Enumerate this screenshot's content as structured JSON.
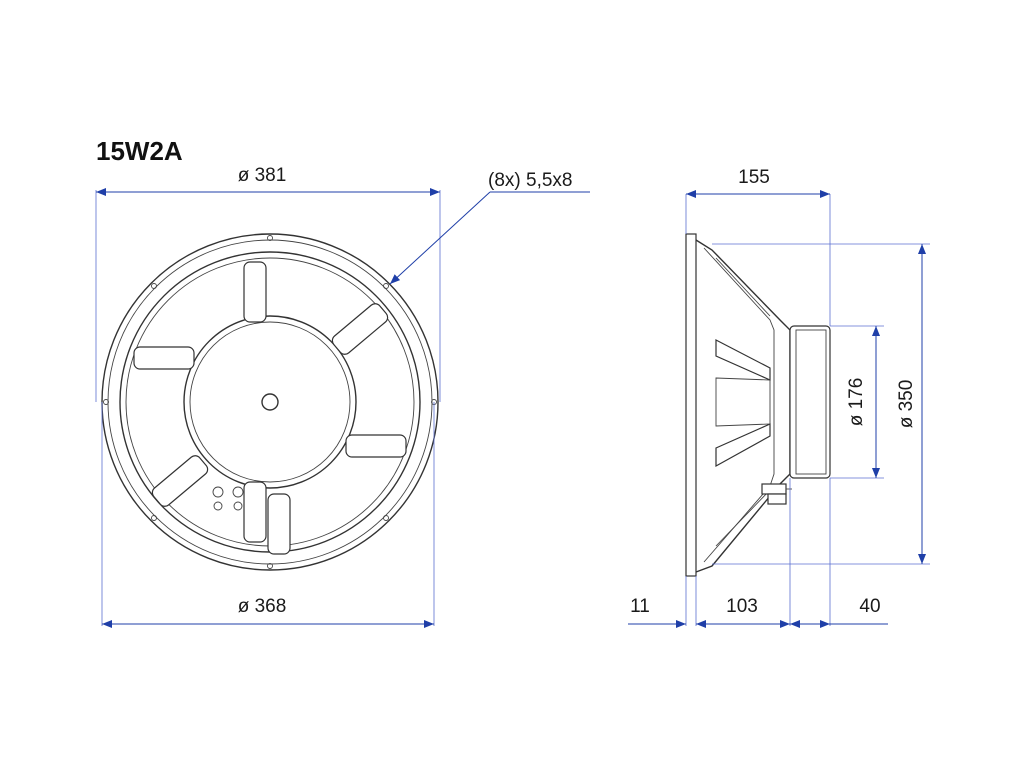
{
  "title": "15W2A",
  "front_view": {
    "dim_outer_diameter": "ø 381",
    "dim_mount_diameter": "ø 368",
    "dim_holes": "(8x) 5,5x8"
  },
  "side_view": {
    "dim_depth_total": "155",
    "dim_flange": "11",
    "dim_basket": "103",
    "dim_magnet": "40",
    "dim_magnet_diameter": "ø 176",
    "dim_cone_diameter": "ø 350"
  },
  "colors": {
    "dimension": "#1f3fa8",
    "outline": "#333333",
    "text": "#1a1a1a"
  }
}
